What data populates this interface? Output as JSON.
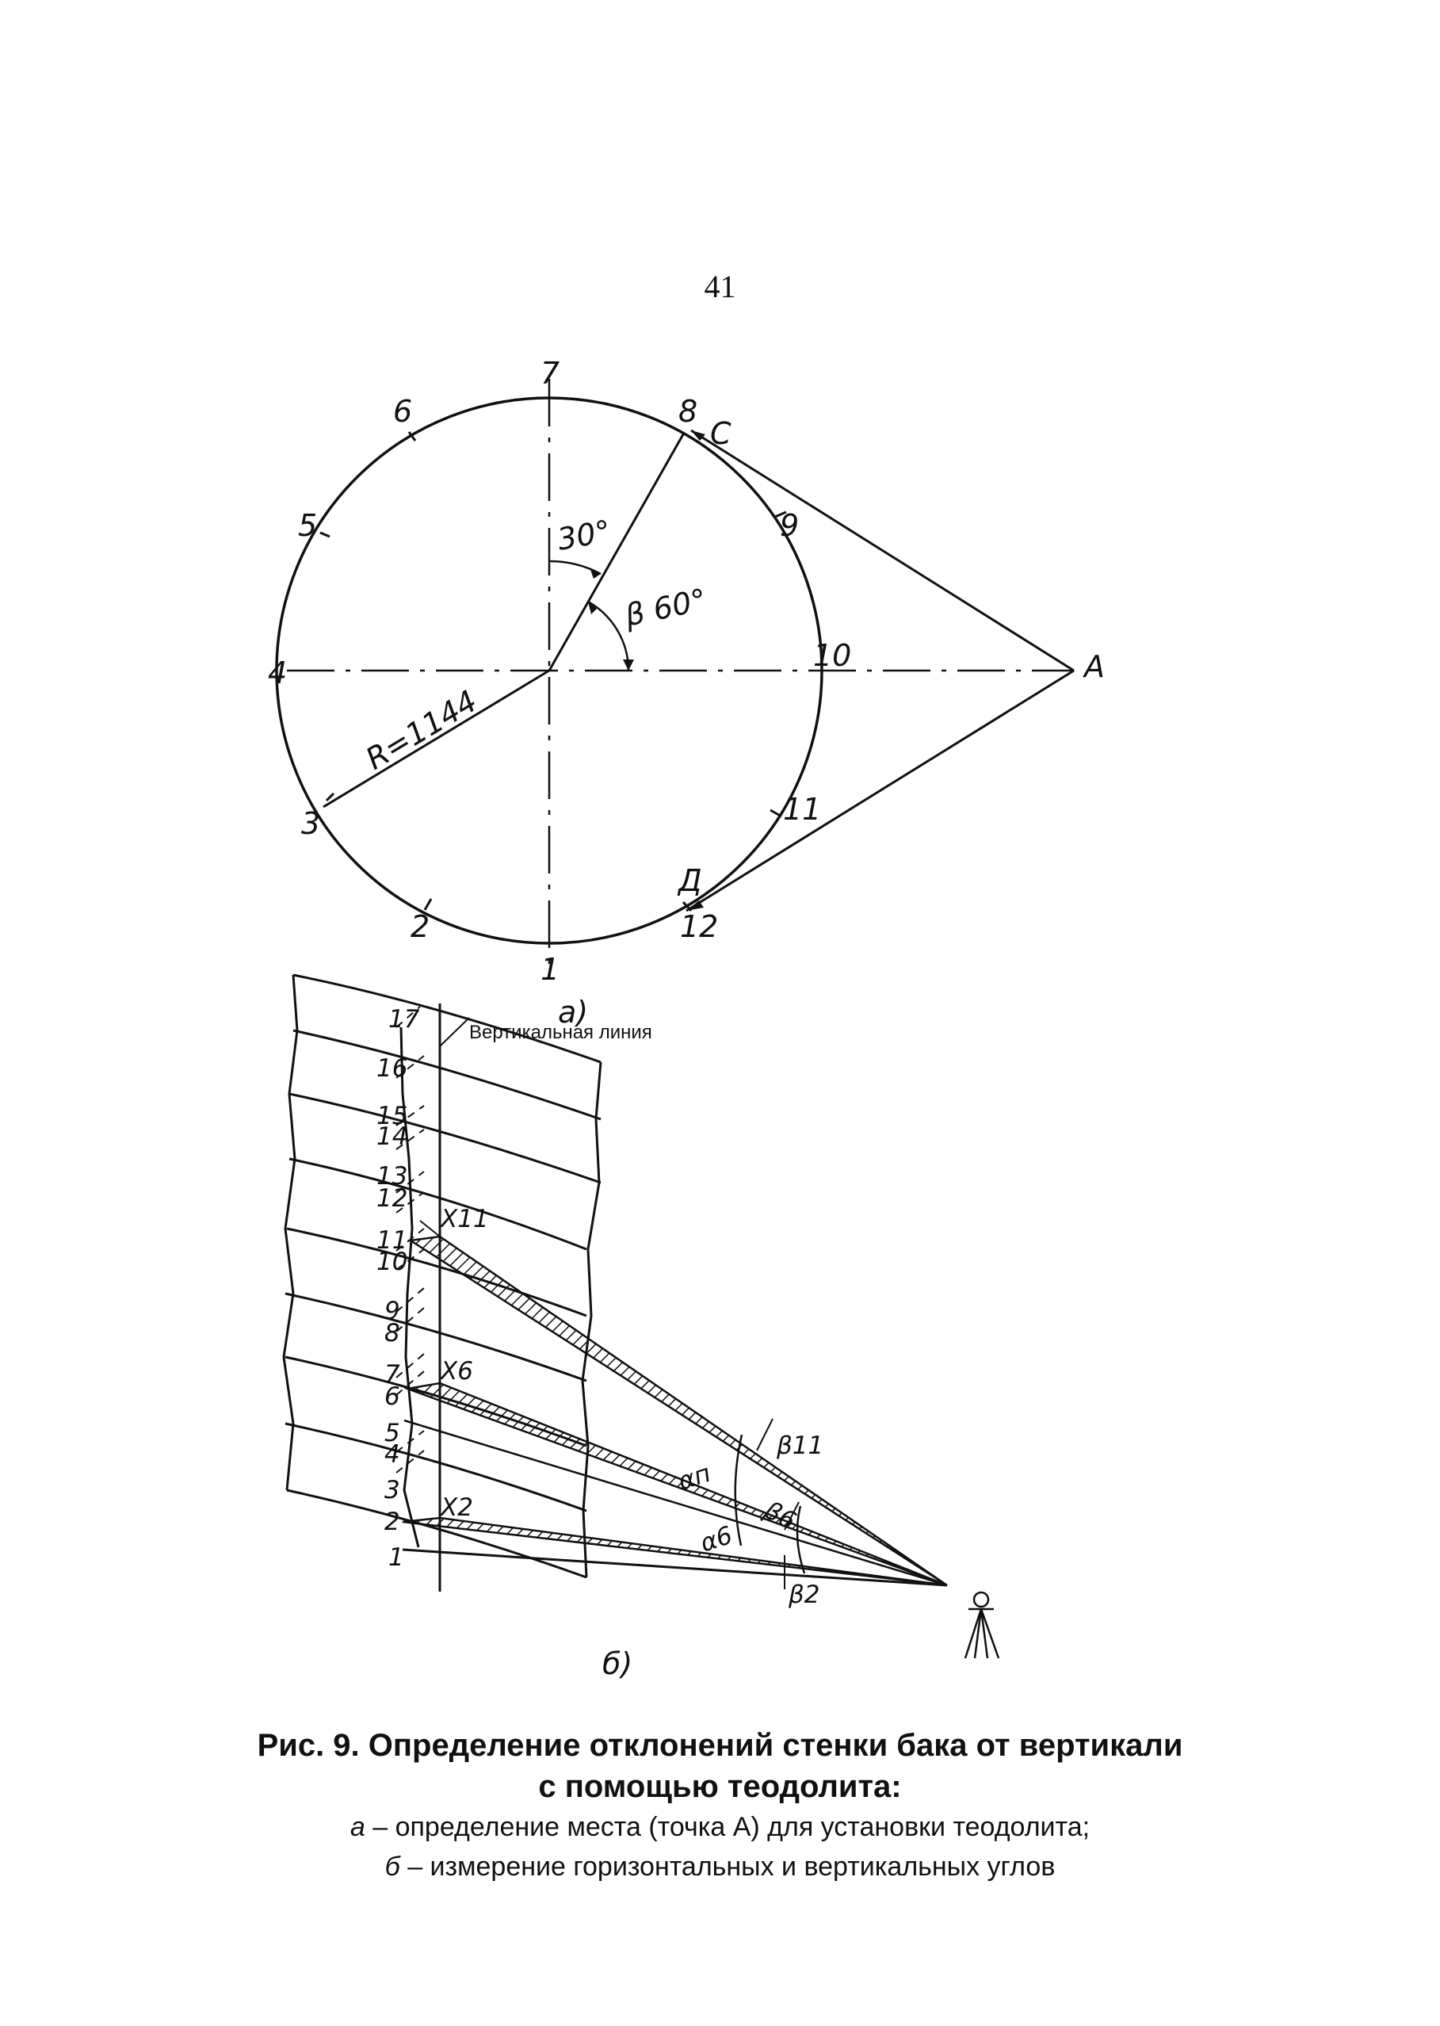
{
  "page_number": "41",
  "figure_a": {
    "circle_points": [
      "1",
      "2",
      "3",
      "4",
      "5",
      "6",
      "7",
      "8",
      "9",
      "10",
      "11",
      "12"
    ],
    "point_A": "A",
    "point_C": "C",
    "point_D": "Д",
    "angle_30": "30°",
    "angle_beta": "β 60°",
    "radius_label": "R=1144",
    "sublabel": "a)"
  },
  "figure_b": {
    "vertical_line_label": "Вертикальная линия",
    "belt_numbers": [
      "1",
      "2",
      "3",
      "4",
      "5",
      "6",
      "7",
      "8",
      "9",
      "10",
      "11",
      "12",
      "13",
      "14",
      "15",
      "16",
      "17"
    ],
    "x_labels": [
      "X11",
      "X6",
      "X2"
    ],
    "angle_labels": [
      "β11",
      "αп",
      "β6",
      "α6",
      "β2"
    ],
    "sublabel": "б)"
  },
  "caption": {
    "title_line1": "Рис. 9. Определение отклонений стенки бака от вертикали",
    "title_line2": "с помощью теодолита:",
    "item_a_letter": "а",
    "item_a_text": " – определение места (точка А) для установки теодолита;",
    "item_b_letter": "б",
    "item_b_text": " – измерение горизонтальных и вертикальных углов"
  }
}
